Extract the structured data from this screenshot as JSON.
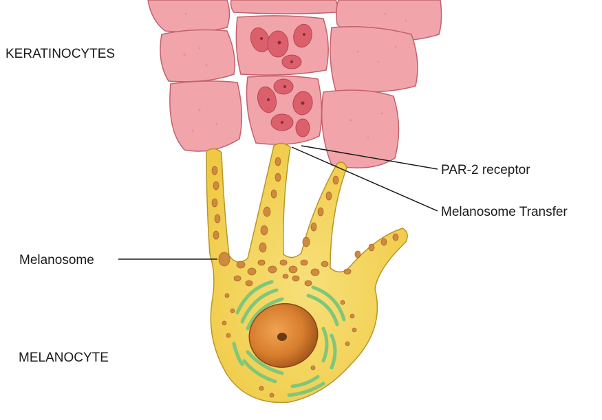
{
  "labels": {
    "keratinocytes": "KERATINOCYTES",
    "par2_receptor": "PAR-2 receptor",
    "melanosome_transfer": "Melanosome Transfer",
    "melanosome": "Melanosome",
    "melanocyte": "MELANOCYTE"
  },
  "colors": {
    "keratinocyte_fill": "#f2a4ab",
    "keratinocyte_stroke": "#c1616b",
    "keratinocyte_nucleus": "#dc5f6c",
    "melanocyte_fill": "#f3d451",
    "melanocyte_stroke": "#b8952a",
    "melanosome": "#cf8a3e",
    "golgi": "#7ec77a",
    "nucleus": "#d77d2d",
    "nucleolus": "#6a3a14",
    "leader_line": "#1a1a1a"
  }
}
